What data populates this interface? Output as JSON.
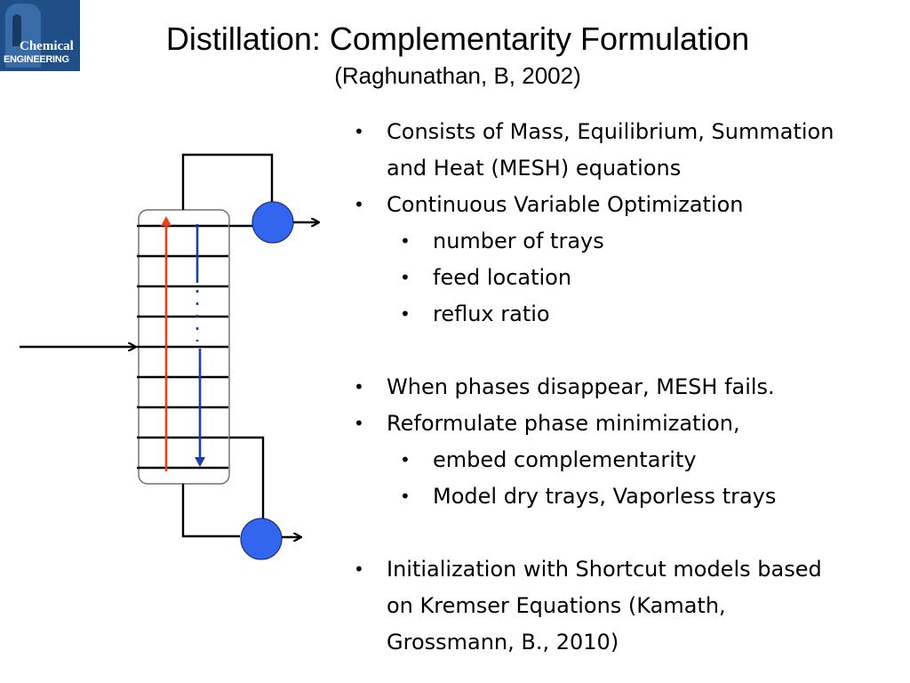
{
  "header": {
    "title": "Distillation: Complementarity Formulation",
    "subtitle": "(Raghunathan, B, 2002)"
  },
  "logo": {
    "line1": "Chemical",
    "line2": "ENGINEERING"
  },
  "bullets": [
    {
      "text": "Consists of Mass, Equilibrium, Summation"
    },
    {
      "text": "and Heat (MESH) equations"
    },
    {
      "text": "Continuous Variable Optimization"
    },
    {
      "text": "number of trays"
    },
    {
      "text": "feed location"
    },
    {
      "text": "reflux ratio"
    },
    {
      "text": "When phases disappear, MESH fails."
    },
    {
      "text": " Reformulate phase minimization,"
    },
    {
      "text": " embed complementarity"
    },
    {
      "text": "Model dry trays, Vaporless trays"
    },
    {
      "text": "Initialization with Shortcut models based"
    },
    {
      "text": "on Kremser Equations (Kamath,"
    },
    {
      "text": "Grossmann, B., 2010)"
    }
  ],
  "bullet_glyph": "•",
  "colors": {
    "vapor_arrow": "#e8421a",
    "liquid_arrow": "#1a3fa8",
    "exchanger_fill": "#3366ee",
    "logo_bg": "#1f4f86"
  }
}
